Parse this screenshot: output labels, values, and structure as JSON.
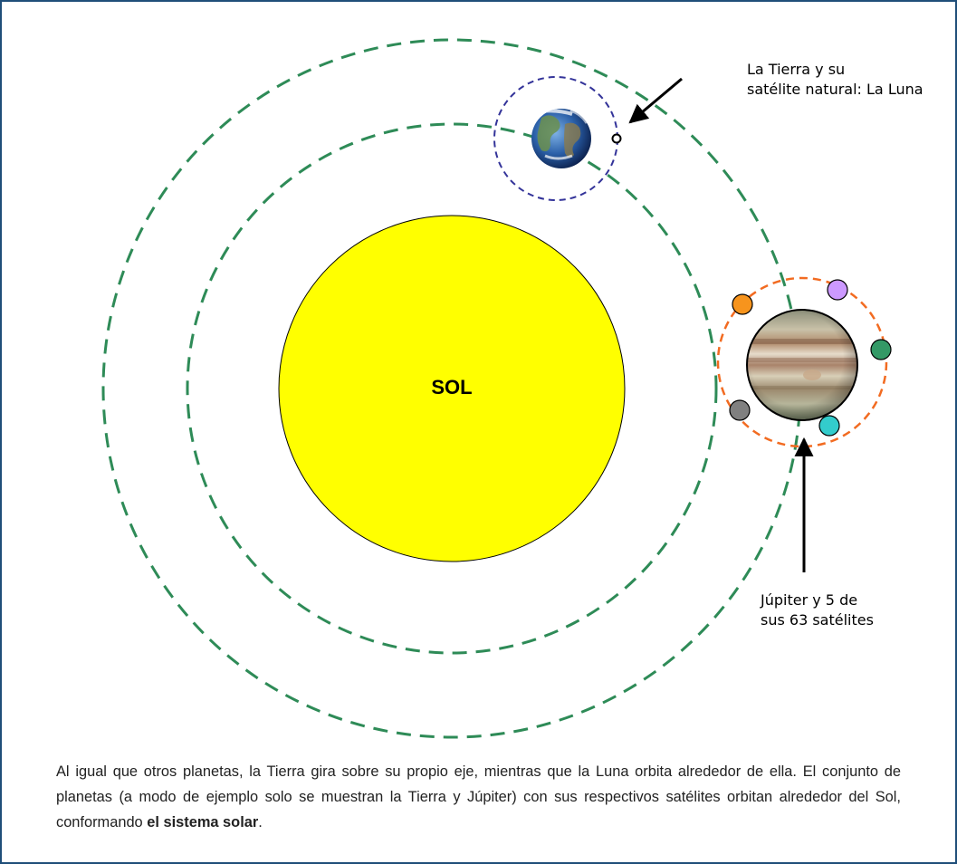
{
  "sun": {
    "label": "SOL",
    "color": "#ffff00"
  },
  "earth": {
    "label_line1": "La Tierra y su",
    "label_line2": "satélite natural: La Luna"
  },
  "jupiter": {
    "label_line1": "Júpiter y 5 de",
    "label_line2": "sus 63 satélites",
    "moon_colors": [
      "#f7941d",
      "#cc99ff",
      "#339966",
      "#33cccc",
      "#808080"
    ]
  },
  "colors": {
    "planet_orbits": "#2e8b57",
    "earth_moon_orbit": "#333399",
    "jupiter_moon_orbit": "#f26b21",
    "frame_border": "#1f4e79"
  },
  "caption": {
    "text": "Al igual que otros planetas, la Tierra gira sobre su propio eje, mientras que la Luna orbita alrededor de ella. El conjunto de planetas (a modo de ejemplo solo se muestran la Tierra y Júpiter) con sus respectivos satélites orbitan alrededor del Sol, conformando ",
    "bold": "el sistema solar",
    "end": "."
  }
}
